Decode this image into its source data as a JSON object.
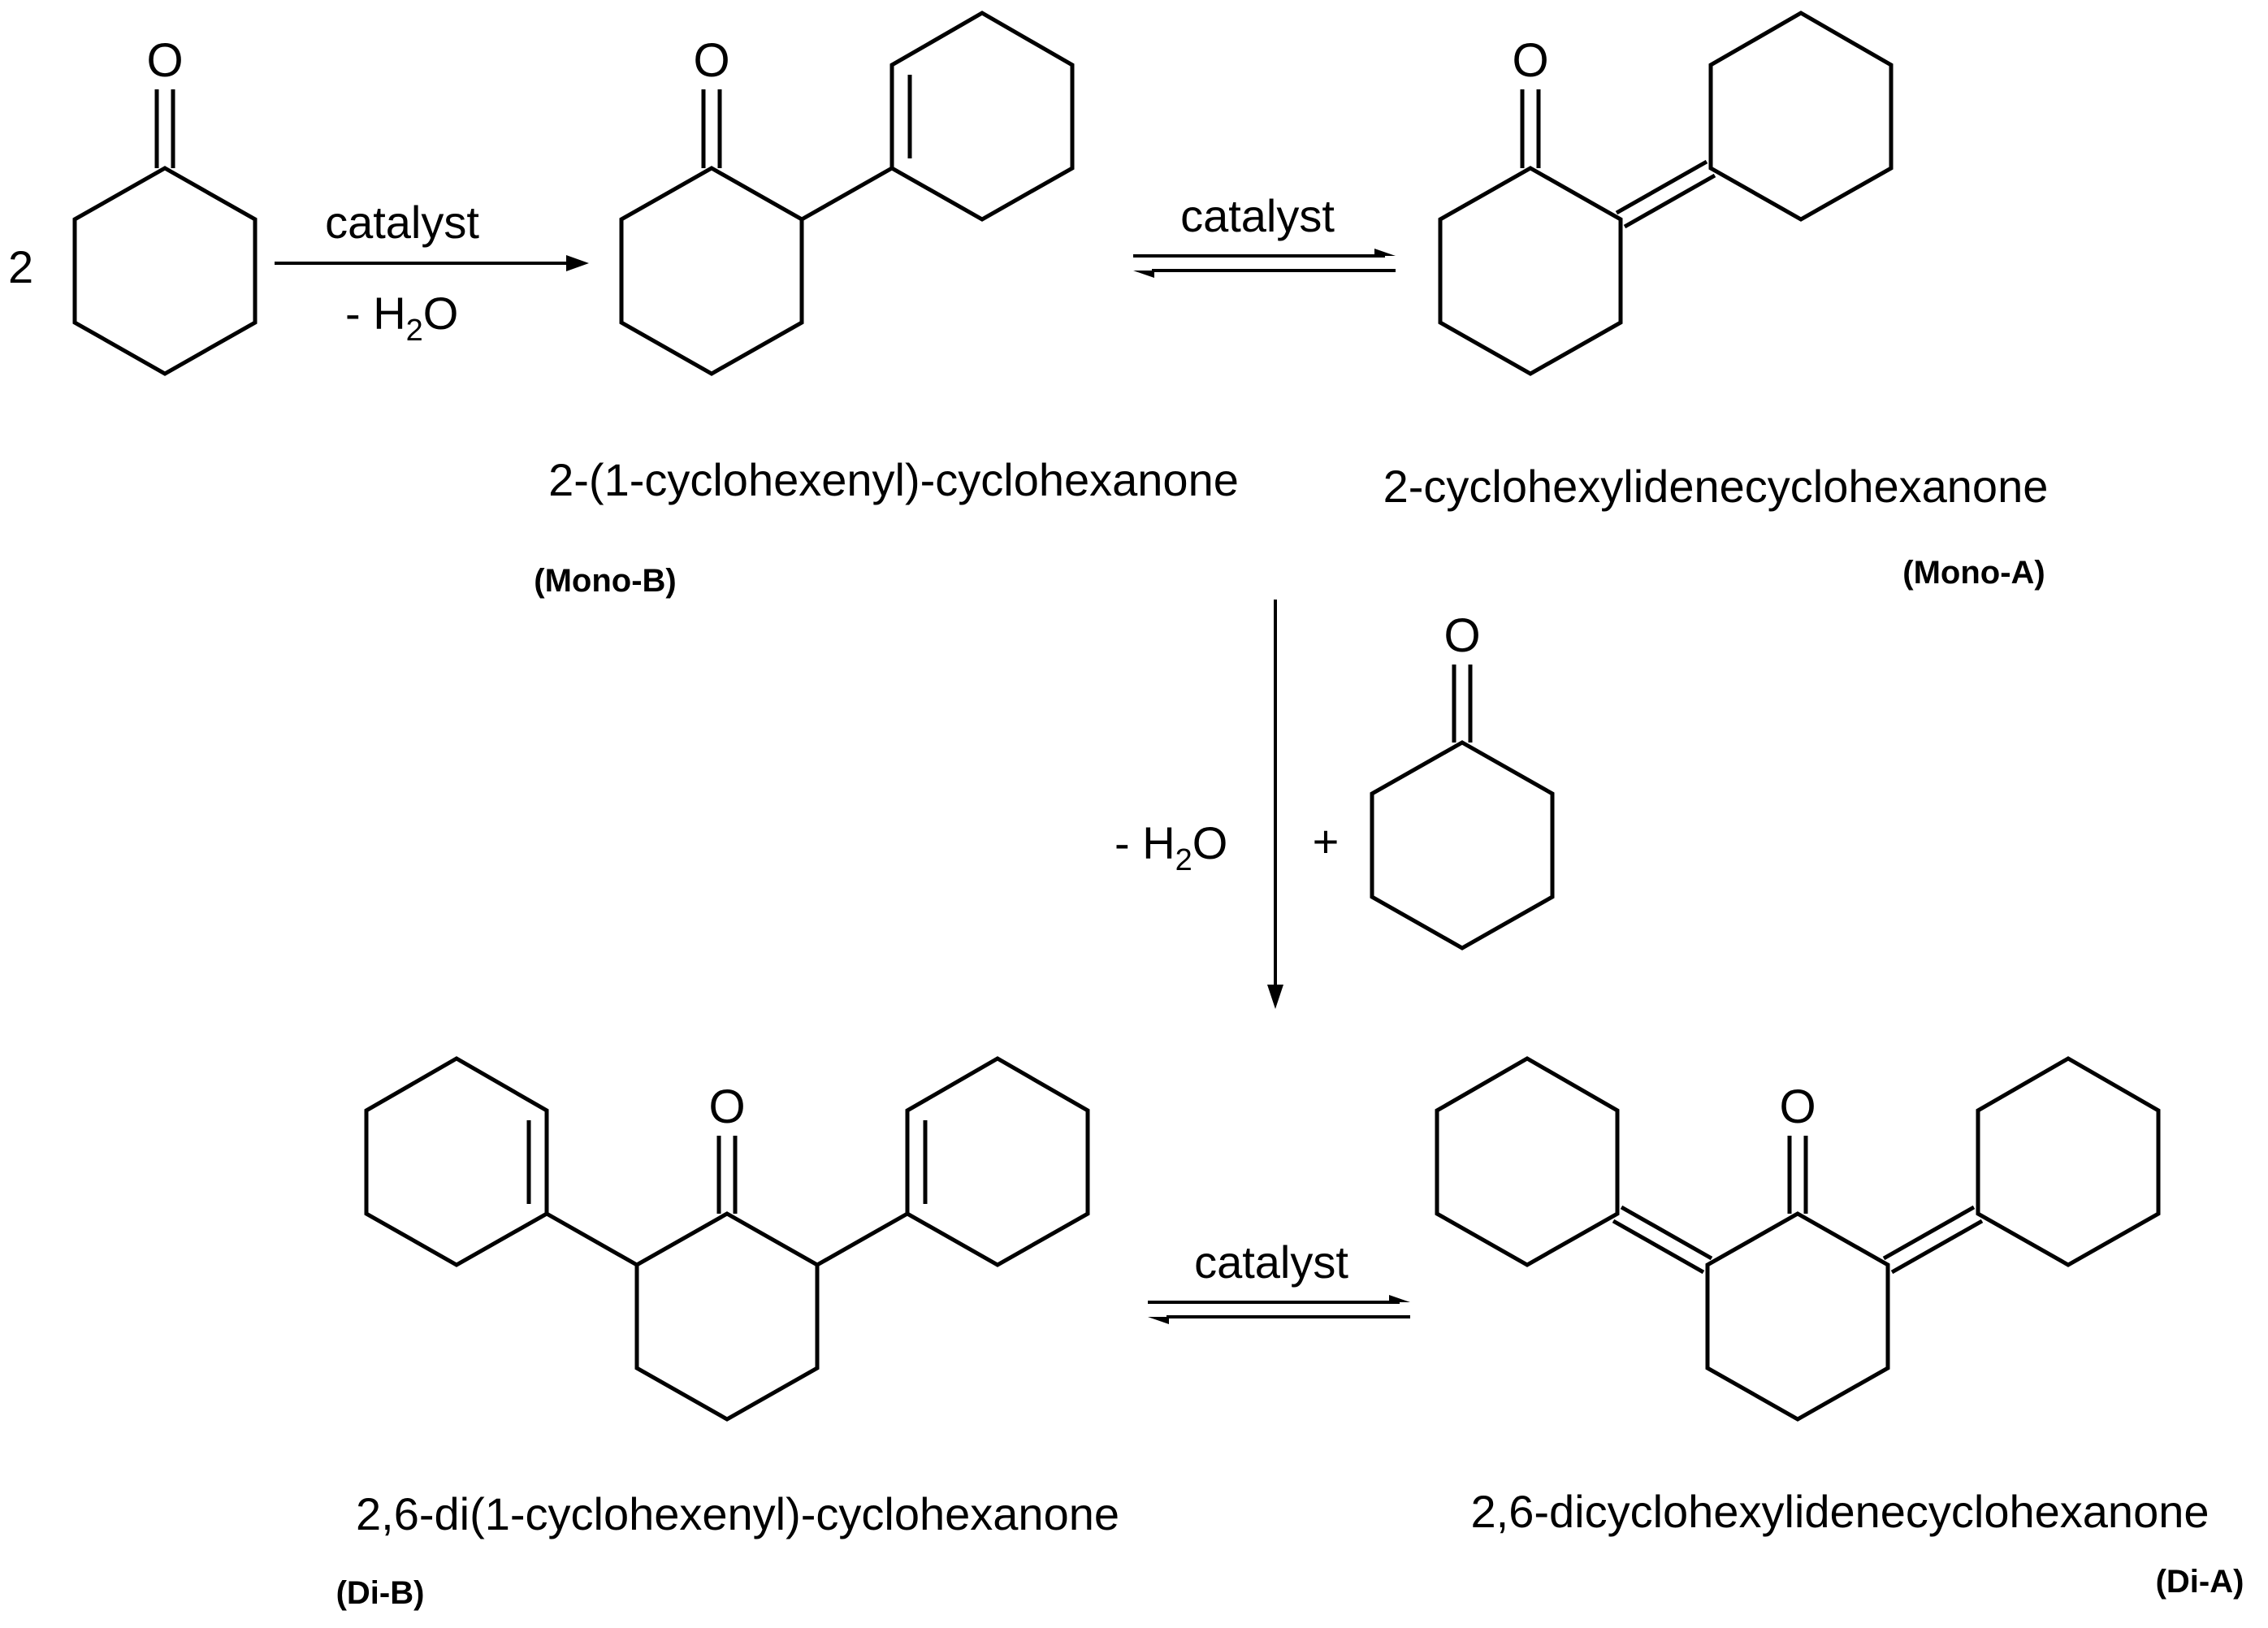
{
  "colors": {
    "ink": "#000000",
    "new_double_bond": "#ee1c1c",
    "background": "#ffffff"
  },
  "atoms": {
    "oxygen": "O"
  },
  "reagents": {
    "coefficient": "2",
    "catalyst": "catalyst",
    "minus": "- H",
    "water_subscript": "2",
    "water_suffix": "O",
    "plus": "+"
  },
  "compounds": {
    "mono_b": {
      "name": "2-(1-cyclohexenyl)-cyclohexanone",
      "code": "(Mono-B)"
    },
    "mono_a": {
      "name": "2-cyclohexylidenecyclohexanone",
      "code": "(Mono-A)"
    },
    "di_b": {
      "name": "2,6-di(1-cyclohexenyl)-cyclohexanone",
      "code": "(Di-B)"
    },
    "di_a": {
      "name": "2,6-dicyclohexylidenecyclohexanone",
      "code": "(Di-A)"
    }
  }
}
